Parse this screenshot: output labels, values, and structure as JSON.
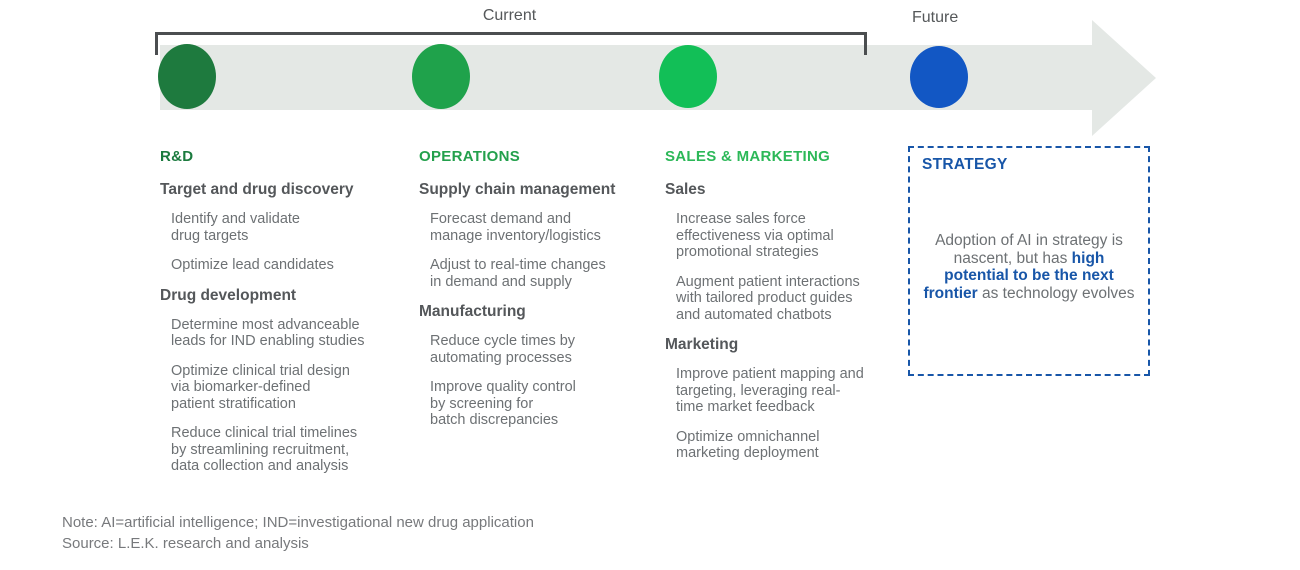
{
  "timeline": {
    "current_label": "Current",
    "future_label": "Future",
    "arrow_color": "#e4e8e5",
    "circles": [
      {
        "stage": "rd",
        "color": "#1e7a3e"
      },
      {
        "stage": "operations",
        "color": "#1fa24b"
      },
      {
        "stage": "sales-marketing",
        "color": "#12bf57"
      },
      {
        "stage": "strategy",
        "color": "#1257c4"
      }
    ]
  },
  "columns": [
    {
      "header": "R&D",
      "header_color": "#1b7a3e",
      "groups": [
        {
          "subheader": "Target and drug discovery",
          "items": [
            "Identify and validate\ndrug targets",
            "Optimize lead candidates"
          ]
        },
        {
          "subheader": "Drug development",
          "items": [
            "Determine most advanceable\nleads for IND enabling studies",
            "Optimize clinical trial design\nvia biomarker-defined\npatient stratification",
            "Reduce clinical trial timelines\nby streamlining recruitment,\ndata collection and analysis"
          ]
        }
      ]
    },
    {
      "header": "OPERATIONS",
      "header_color": "#23a04c",
      "groups": [
        {
          "subheader": "Supply chain management",
          "items": [
            "Forecast demand and\nmanage inventory/logistics",
            "Adjust to real-time changes\nin demand and supply"
          ]
        },
        {
          "subheader": "Manufacturing",
          "items": [
            "Reduce cycle times by\nautomating processes",
            "Improve quality control\nby screening for\nbatch discrepancies"
          ]
        }
      ]
    },
    {
      "header": "SALES & MARKETING",
      "header_color": "#2cb858",
      "groups": [
        {
          "subheader": "Sales",
          "items": [
            "Increase sales force\neffectiveness via optimal\npromotional strategies",
            "Augment patient interactions\nwith tailored product guides\nand automated chatbots"
          ]
        },
        {
          "subheader": "Marketing",
          "items": [
            "Improve patient mapping and\ntargeting, leveraging real-\ntime market feedback",
            "Optimize omnichannel\nmarketing deployment"
          ]
        }
      ]
    }
  ],
  "strategy_box": {
    "header": "STRATEGY",
    "header_color": "#1856a8",
    "border_color": "#1856a8",
    "paragraph": [
      {
        "text": "Adoption of AI in strategy is nascent, but has ",
        "emphasis": false
      },
      {
        "text": "high potential to be the next frontier",
        "emphasis": true
      },
      {
        "text": " as technology evolves",
        "emphasis": false
      }
    ]
  },
  "footer": {
    "note": "Note: AI=artificial intelligence; IND=investigational new drug application",
    "source": "Source: L.E.K. research and analysis"
  }
}
